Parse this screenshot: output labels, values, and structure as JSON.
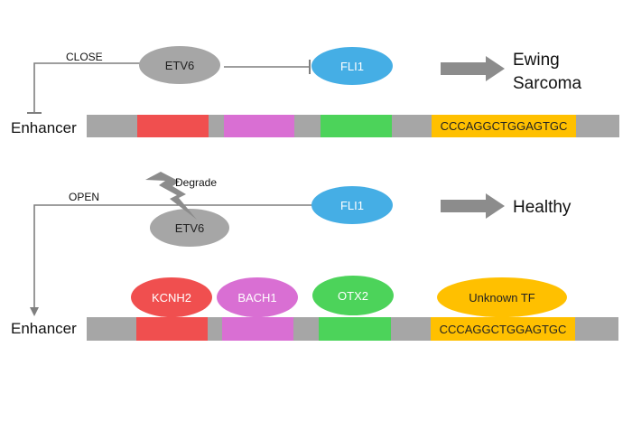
{
  "colors": {
    "bar_gray": "#A6A6A6",
    "etv6_gray": "#A6A6A6",
    "fli1_blue": "#45AEE5",
    "red": "#F04F4F",
    "pink": "#D96FD3",
    "green": "#4CD35A",
    "yellow": "#FFC000",
    "line": "#7F7F7F",
    "arrow": "#8C8C8C"
  },
  "top": {
    "signal_label": "CLOSE",
    "etv6": "ETV6",
    "fli1": "FLI1",
    "outcome_line1": "Ewing",
    "outcome_line2": "Sarcoma",
    "enhancer_label": "Enhancer",
    "sequence": "CCCAGGCTGGAGTGC"
  },
  "bottom": {
    "signal_label": "OPEN",
    "degrade_label": "Degrade",
    "etv6": "ETV6",
    "fli1": "FLI1",
    "outcome": "Healthy",
    "enhancer_label": "Enhancer",
    "sequence": "CCCAGGCTGGAGTGC",
    "tfs": [
      "KCNH2",
      "BACH1",
      "OTX2",
      "Unknown TF"
    ]
  }
}
